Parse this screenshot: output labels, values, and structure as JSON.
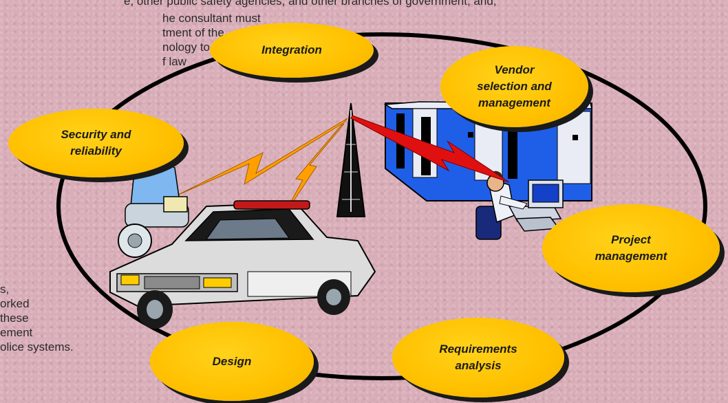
{
  "background_text": {
    "top_line": "e, other public safety agencies, and other branches of government, and,",
    "left_upper": "he consultant must\ntment of the\nnology to\nf law",
    "left_lower": "s,\norked\nthese\nement\nolice systems."
  },
  "diagram": {
    "nodes": {
      "integration": "Integration",
      "vendor": "Vendor\nselection and\nmanagement",
      "security": "Security and\nreliability",
      "project": "Project\nmanagement",
      "requirements": "Requirements\nanalysis",
      "design": "Design"
    },
    "colors": {
      "bubble": "#ffc000",
      "ring": "#000000",
      "lightning": "#ff9f00",
      "laser": "#e01010",
      "server": "#1f5fe8"
    },
    "icons": [
      "motorcycle-officer-icon",
      "police-car-icon",
      "radio-tower-icon",
      "server-building-icon",
      "dispatcher-at-computer-icon"
    ]
  }
}
